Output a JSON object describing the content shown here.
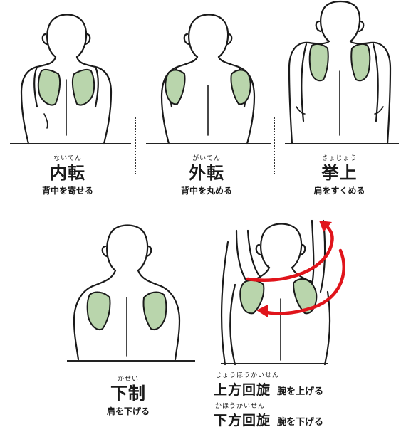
{
  "colors": {
    "blade": "#b9d5ac",
    "line": "#1a1a1a",
    "arrow": "#e0141b"
  },
  "panels": {
    "naiten": {
      "ruby": "ないてん",
      "term": "内転",
      "desc": "背中を寄せる"
    },
    "gaiten": {
      "ruby": "がいてん",
      "term": "外転",
      "desc": "背中を丸める"
    },
    "kyojou": {
      "ruby": "きょじょう",
      "term": "挙上",
      "desc": "肩をすくめる"
    },
    "kasei": {
      "ruby": "かせい",
      "term": "下制",
      "desc": "肩を下げる"
    }
  },
  "rotation": {
    "upward": {
      "ruby": "じょうほうかいせん",
      "term": "上方回旋",
      "desc": "腕を上げる"
    },
    "downward": {
      "ruby": "かほうかいせん",
      "term": "下方回旋",
      "desc": "腕を下げる"
    }
  },
  "icons": [
    "back-figure",
    "shoulder-blade",
    "rotation-arrow"
  ]
}
